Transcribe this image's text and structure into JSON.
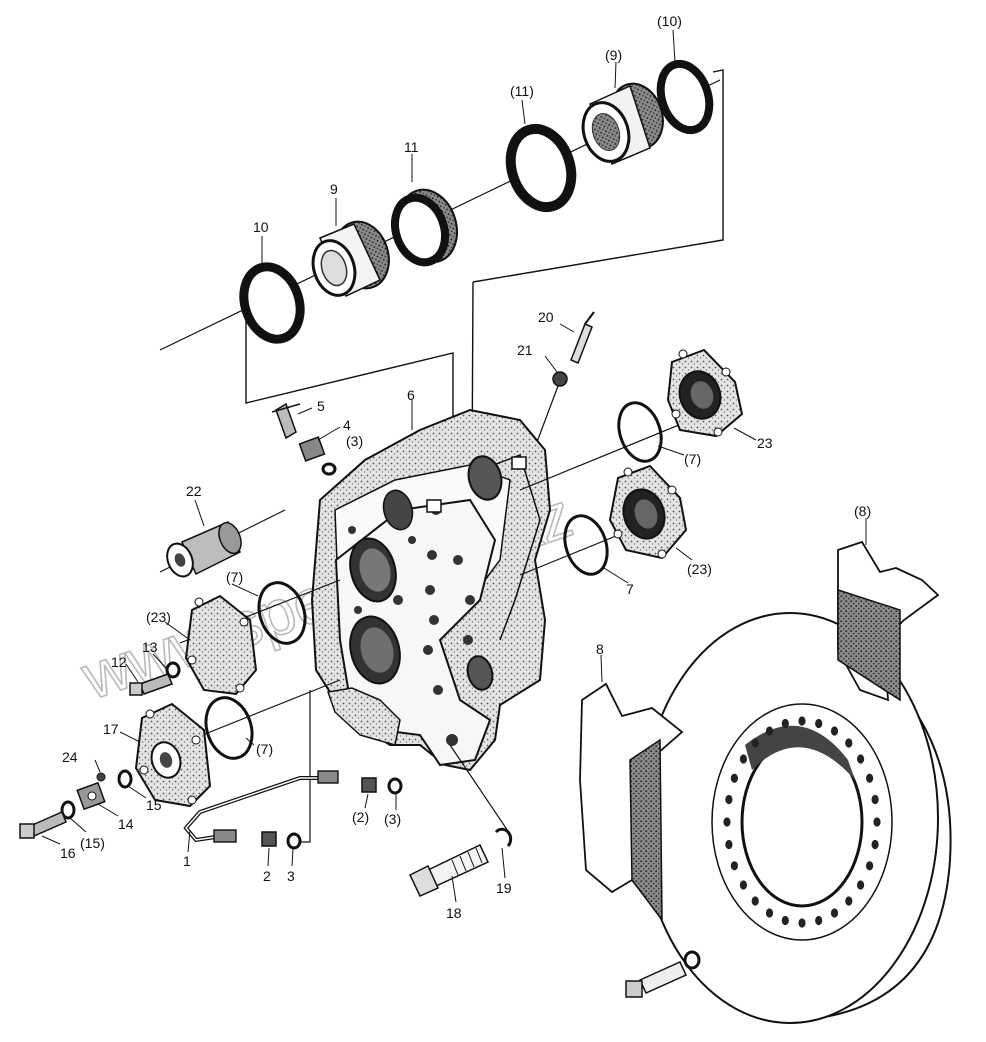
{
  "diagram": {
    "watermark": "www.spec-avto.kz",
    "callouts": [
      {
        "id": "c10a",
        "text": "(10)"
      },
      {
        "id": "c9a",
        "text": "(9)"
      },
      {
        "id": "c11a",
        "text": "(11)"
      },
      {
        "id": "c11",
        "text": "11"
      },
      {
        "id": "c9",
        "text": "9"
      },
      {
        "id": "c10",
        "text": "10"
      },
      {
        "id": "c20",
        "text": "20"
      },
      {
        "id": "c21",
        "text": "21"
      },
      {
        "id": "c5",
        "text": "5"
      },
      {
        "id": "c6",
        "text": "6"
      },
      {
        "id": "c4",
        "text": "4"
      },
      {
        "id": "c3a",
        "text": "(3)"
      },
      {
        "id": "c22",
        "text": "22"
      },
      {
        "id": "c7a",
        "text": "(7)"
      },
      {
        "id": "c23a",
        "text": "(23)"
      },
      {
        "id": "c12",
        "text": "12"
      },
      {
        "id": "c13",
        "text": "13"
      },
      {
        "id": "c7b",
        "text": "(7)"
      },
      {
        "id": "c23",
        "text": "23"
      },
      {
        "id": "c7c",
        "text": "(7)"
      },
      {
        "id": "c23b",
        "text": "(23)"
      },
      {
        "id": "c7",
        "text": "7"
      },
      {
        "id": "c8a",
        "text": "(8)"
      },
      {
        "id": "c8",
        "text": "8"
      },
      {
        "id": "c17",
        "text": "17"
      },
      {
        "id": "c24",
        "text": "24"
      },
      {
        "id": "c15",
        "text": "15"
      },
      {
        "id": "c14",
        "text": "14"
      },
      {
        "id": "c15a",
        "text": "(15)"
      },
      {
        "id": "c16",
        "text": "16"
      },
      {
        "id": "c1",
        "text": "1"
      },
      {
        "id": "c2a",
        "text": "(2)"
      },
      {
        "id": "c3b",
        "text": "(3)"
      },
      {
        "id": "c2",
        "text": "2"
      },
      {
        "id": "c3",
        "text": "3"
      },
      {
        "id": "c18",
        "text": "18"
      },
      {
        "id": "c19",
        "text": "19"
      }
    ]
  }
}
